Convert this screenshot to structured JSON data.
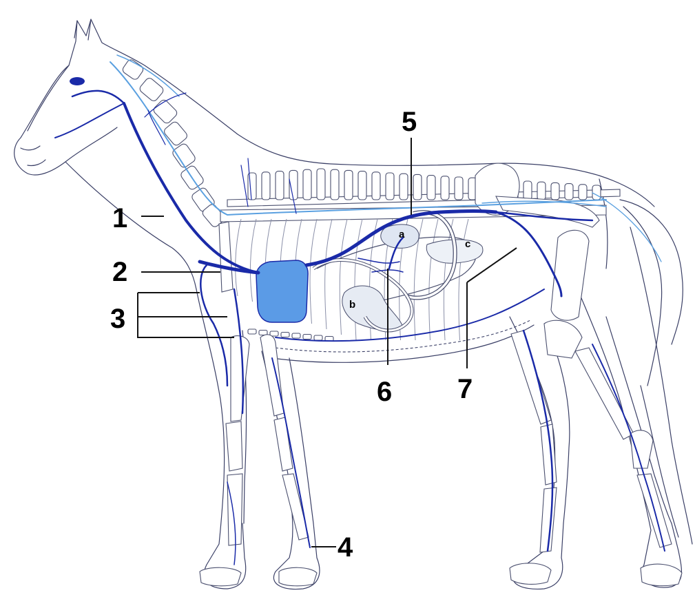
{
  "labels": {
    "n1": "1",
    "n2": "2",
    "n3": "3",
    "n4": "4",
    "n5": "5",
    "n6": "6",
    "n7": "7",
    "a": "a",
    "b": "b",
    "c": "c"
  },
  "colors": {
    "vein_dark": "#1a2aa8",
    "vein_light": "#5aa0e0",
    "heart_fill": "#5b9be6",
    "organ_fill": "#dfe6f2",
    "outline": "#3a3f66"
  }
}
